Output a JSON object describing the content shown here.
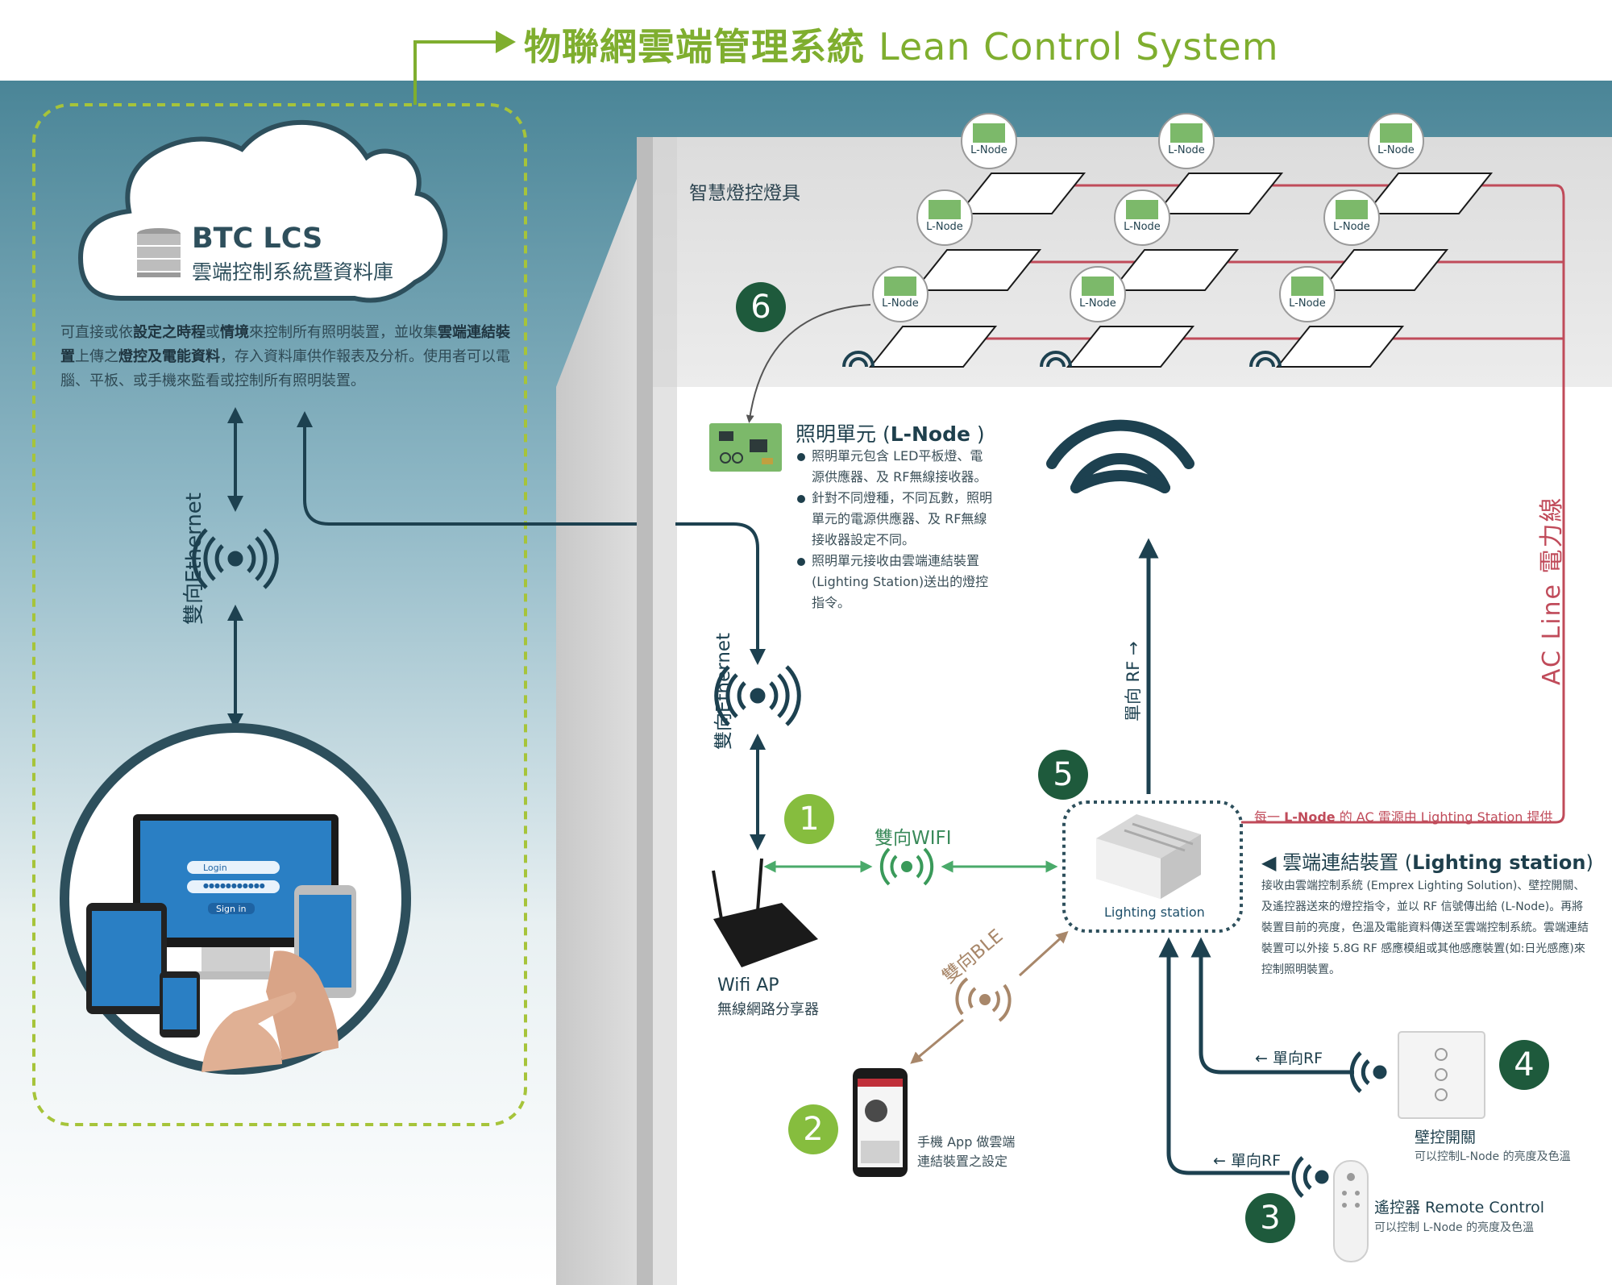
{
  "header": {
    "title_zh": "物聯網雲端管理系統",
    "title_en": "Lean Control System"
  },
  "cloud": {
    "product_name": "BTC LCS",
    "product_subtitle": "雲端控制系統暨資料庫",
    "description_parts": [
      "可直接或依",
      "設定之時程",
      "或",
      "情境",
      "來控制所有照明裝置，並收集",
      "雲端連結裝置",
      "上傳之",
      "燈控及電能資料",
      "，存入資料庫供作報表及分析。使用者可以電腦、平板、或手機來監看或控制所有照明裝置。"
    ]
  },
  "links": {
    "ethernet_left": "雙向Ethernet",
    "ethernet_center": "雙向Ethernet",
    "wifi": "雙向WIFI",
    "ble": "雙向BLE",
    "rf_up": "單向 RF →",
    "rf_switch": "← 單向RF",
    "rf_remote": "← 單向RF",
    "ac_line": "AC Line 電力線"
  },
  "devices_screen": {
    "login_label": "Login",
    "password_mask": "●●●●●●●●●●●",
    "sign_in_label": "Sign in"
  },
  "ceiling": {
    "label": "智慧燈控燈具",
    "node_label": "L-Node"
  },
  "lnode": {
    "title_prefix": "照明單元 (",
    "title_bold": "L-Node",
    "title_suffix": " )",
    "bullets": [
      "照明單元包含 LED平板燈、電源供應器、及 RF無線接收器。",
      "針對不同燈種，不同瓦數，照明單元的電源供應器、及 RF無線接收器設定不同。",
      "照明單元接收由雲端連結裝置(Lighting Station)送出的燈控指令。"
    ]
  },
  "numbers": [
    "1",
    "2",
    "3",
    "4",
    "5",
    "6"
  ],
  "wifi_ap": {
    "title": "Wifi AP",
    "subtitle": "無線網路分享器"
  },
  "lighting_station": {
    "device_label": "Lighting station",
    "ac_note_prefix": "每一 ",
    "ac_note_bold": "L-Node",
    "ac_note_suffix": " 的 AC 電源由 Lighting Station 提供",
    "title_prefix": "雲端連結裝置 (",
    "title_bold": "Lighting station",
    "title_suffix": ")",
    "description": "接收由雲端控制系統 (Emprex Lighting Solution)、壁控開關、及遙控器送來的燈控指令，並以 RF 信號傳出給 (L-Node)。再將裝置目前的亮度，色溫及電能資料傳送至雲端控制系統。雲端連結裝置可以外接 5.8G RF 感應模組或其他感應裝置(如:日光感應)來控制照明裝置。"
  },
  "app": {
    "description_line1": "手機 App 做雲端",
    "description_line2": "連結裝置之設定"
  },
  "wall_switch": {
    "title": "壁控開關",
    "subtitle": "可以控制L-Node 的亮度及色溫"
  },
  "remote": {
    "title": "遙控器 Remote Control",
    "subtitle": "可以控制 L-Node 的亮度及色溫"
  },
  "colors": {
    "sky_top": "#4a8597",
    "dark_teal": "#1d4150",
    "lime_green": "#86bd3e",
    "dark_green": "#1e5a3c",
    "ac_red": "#c04b5a",
    "wifi_green": "#3a9a5a"
  }
}
